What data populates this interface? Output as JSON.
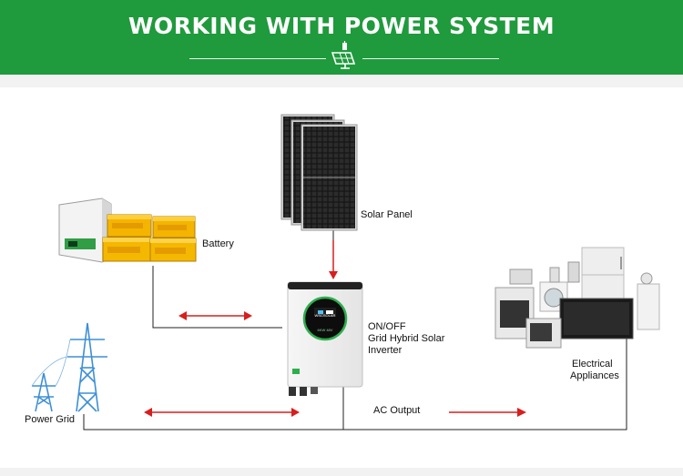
{
  "header": {
    "title": "WORKING WITH POWER SYSTEM",
    "icon": "solar-panel-icon",
    "color": "#1f9a3c"
  },
  "diagram": {
    "labels": {
      "solar_panel": "Solar Panel",
      "battery": "Battery",
      "inverter_line1": "ON/OFF",
      "inverter_line2": "Grid Hybrid Solar",
      "inverter_line3": "Inverter",
      "appliances_line1": "Electrical",
      "appliances_line2": "Appliances",
      "power_grid": "Power Grid",
      "ac_output": "AC Output"
    },
    "inverter_screen": {
      "brand": "WSCSOLAR",
      "model": "6KW 48V"
    },
    "arrow_color": "#d81e1e",
    "line_color": "#222222"
  }
}
